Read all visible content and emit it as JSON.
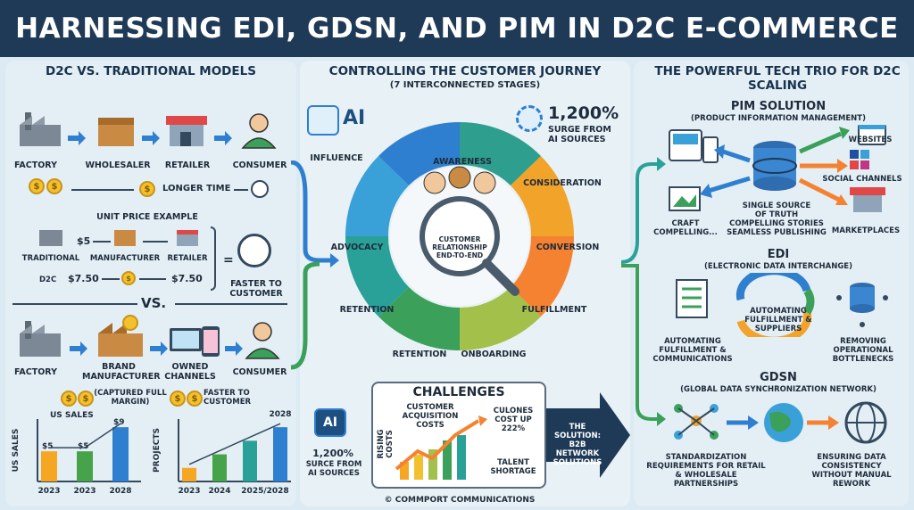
{
  "title": "HARNESSING EDI, GDSN, AND PIM IN D2C E-COMMERCE",
  "left": {
    "heading": "D2C VS. TRADITIONAL MODELS",
    "chain1": [
      "FACTORY",
      "WHOLESALER",
      "RETAILER",
      "CONSUMER"
    ],
    "longer_time": "LONGER TIME",
    "unit_price": "UNIT PRICE EXAMPLE",
    "traditional": "TRADITIONAL",
    "trad_price": "$5",
    "manufacturer": "MANUFACTURER",
    "retailer": "RETAILER",
    "d2c": "D2C",
    "d2c_price1": "$7.50",
    "d2c_price2": "$7.50",
    "eq": "=",
    "faster": "FASTER TO CUSTOMER",
    "vs": "VS.",
    "chain2": [
      "FACTORY",
      "BRAND MANUFACTURER",
      "OWNED CHANNELS",
      "CONSUMER"
    ],
    "captured": "(CAPTURED FULL MARGIN)",
    "faster2": "FASTER TO CUSTOMER",
    "coin_symbol": "$"
  },
  "chart_data": [
    {
      "type": "bar",
      "ylabel": "US SALES",
      "title": "US SALES",
      "categories": [
        "2023",
        "2023",
        "2028"
      ],
      "values": [
        5,
        5,
        9
      ],
      "data_labels": [
        "$5",
        "$5",
        "$9"
      ],
      "colors": [
        "#f5a623",
        "#46a34a",
        "#2f7fd0"
      ]
    },
    {
      "type": "bar",
      "ylabel": "PROJECTS",
      "categories": [
        "2023",
        "2024",
        "2025/2028"
      ],
      "values": [
        1,
        2,
        3,
        4
      ],
      "x_extra_label": "2028",
      "colors": [
        "#f5a623",
        "#46a34a",
        "#2aa198",
        "#2f7fd0"
      ]
    }
  ],
  "center": {
    "heading": "CONTROLLING THE CUSTOMER JOURNEY",
    "subheading": "(7 INTERCONNECTED STAGES)",
    "ai": "AI",
    "stat": "1,200%",
    "stat_text": "SURGE FROM AI SOURCES",
    "stages": [
      "INFLUENCE",
      "AWARENESS",
      "CONSIDERATION",
      "CONVERSION",
      "FULFILLMENT",
      "ONBOARDING",
      "RETENTION",
      "RETENTION",
      "ADVOCACY"
    ],
    "hub": "CUSTOMER RELATIONSHIP END-TO-END",
    "ai2": "AI",
    "stat2": "1,200%",
    "stat2_text": "SURCE FROM AI SOURCES",
    "challenges": "CHALLENGES",
    "rising": "RISING COSTS",
    "cac": "CUSTOMER ACQUISITION COSTS",
    "cost": "CULONES COST UP 222%",
    "talent": "TALENT SHORTAGE",
    "solution": "THE SOLUTION: B2B NETWORK SOLUTIONS",
    "credit": "© COMMPORT COMMUNICATIONS"
  },
  "right": {
    "heading": "THE POWERFUL TECH TRIO FOR D2C SCALING",
    "pim": "PIM SOLUTION",
    "pim_sub": "(PRODUCT INFORMATION MANAGEMENT)",
    "websites": "WEBSITES",
    "social": "SOCIAL CHANNELS",
    "marketplaces": "MARKETPLACES",
    "craft": "CRAFT COMPELLING...",
    "sst": "SINGLE SOURCE OF TRUTH",
    "stories": "COMPELLING STORIES SEAMLESS PUBLISHING",
    "edi": "EDI",
    "edi_sub": "(ELECTRONIC DATA INTERCHANGE)",
    "edi_mid": "AUTOMATING FULFILLMENT & SUPPLIERS",
    "edi_left": "AUTOMATING FULFILLMENT & COMMUNICATIONS",
    "edi_right": "REMOVING OPERATIONAL BOTTLENECKS",
    "gdsn": "GDSN",
    "gdsn_sub": "(GLOBAL DATA SYNCHRONIZATION NETWORK)",
    "gdsn_left": "STANDARDIZATION REQUIREMENTS FOR RETAIL & WHOLESALE PARTNERSHIPS",
    "gdsn_right": "ENSURING DATA CONSISTENCY WITHOUT MANUAL REWORK"
  }
}
